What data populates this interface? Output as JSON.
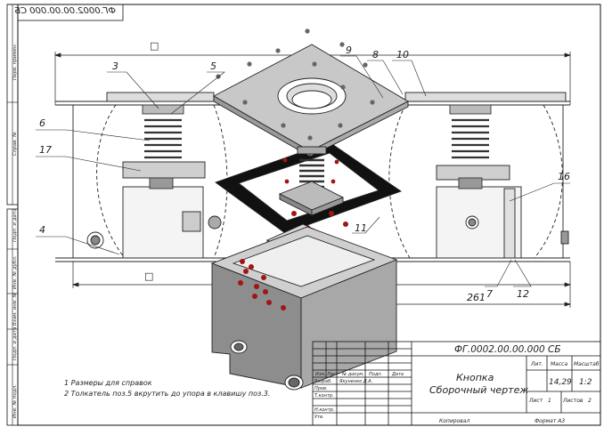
{
  "document": {
    "designation": "ФГ.0002.00.00.000 СБ",
    "designation_mirrored": "ФГ.0002.00.00.000 СБ",
    "name_line1": "Кнопка",
    "name_line2": "Сборочный чертеж",
    "notes": [
      "1 Размеры для справок",
      "2 Толкатель поз.5 вкрутить до упора в клавишу поз.3."
    ]
  },
  "dimensions": {
    "width_total": "261",
    "ref_box_top": "□",
    "ref_box_bottom": "□"
  },
  "callouts": [
    "3",
    "5",
    "9",
    "8",
    "10",
    "6",
    "17",
    "4",
    "16",
    "7",
    "12",
    "11"
  ],
  "side_margin": {
    "perv_primen": "Перв. примен.",
    "sprav_no": "Справ. №",
    "podp_data_1": "Подп. и дата",
    "inv_dubl": "Инв. № дубл.",
    "vzam_inv": "Взам. инв. №",
    "podp_data_2": "Подп. и дата",
    "inv_podl": "Инв. № подл."
  },
  "title_block": {
    "col_izm": "Изм.",
    "col_list": "Лист",
    "col_ndokum": "№ докум.",
    "col_podp": "Подп.",
    "col_data": "Дата",
    "razrab_label": "Разраб.",
    "razrab_name": "Якуненко Д.А.",
    "prov_label": "Пров.",
    "tkontr_label": "Т.контр.",
    "nkontr_label": "Н.контр.",
    "utv_label": "Утв.",
    "lit_label": "Лит.",
    "massa_label": "Масса",
    "masshtab_label": "Масштаб",
    "massa_value": "14,29",
    "masshtab_value": "1:2",
    "list_label": "Лист",
    "list_value": "1",
    "listov_label": "Листов",
    "listov_value": "2",
    "kopiroval": "Копировал",
    "format": "Формат   А3"
  }
}
